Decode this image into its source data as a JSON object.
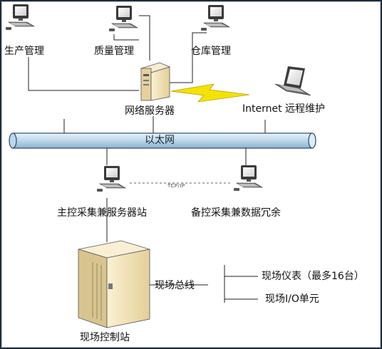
{
  "labels": {
    "production_mgmt": "生产管理",
    "quality_mgmt": "质量管理",
    "warehouse_mgmt": "仓库管理",
    "network_server": "网络服务器",
    "remote_maintenance": "Internet 远程维护",
    "ethernet": "以太网",
    "tcpip": "TCP/IP",
    "master_station": "主控采集兼服务器站",
    "backup_station": "备控采集兼数据冗余",
    "field_control_station": "现场控制站",
    "fieldbus": "现场总线",
    "field_instruments": "现场仪表（最多16台）",
    "field_io": "现场I/O单元"
  },
  "colors": {
    "frame": "#1f2d3a",
    "bus_fill": "#c9dff0",
    "bus_stroke": "#2b4a66",
    "lightning": "#f4e200",
    "cabinet": "#efe0b6",
    "cabinet_side": "#d8c48f",
    "line": "#222222"
  }
}
